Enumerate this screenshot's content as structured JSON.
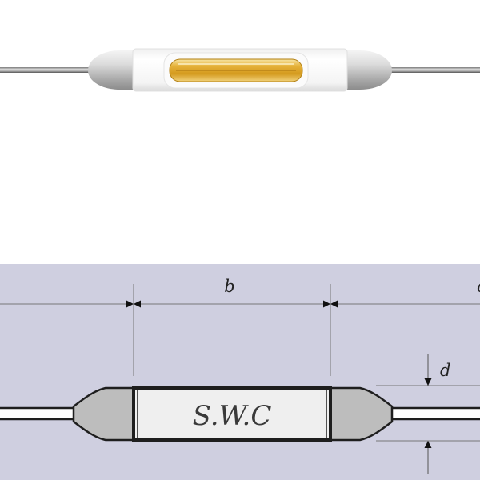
{
  "diagram": {
    "component_label": "S.W.C",
    "dimension_b_label": "b",
    "dimension_c_label": "c",
    "dimension_d_label": "d"
  },
  "colors": {
    "drawing_background": "#cfcfe0",
    "reed_gold": "#e9b94a",
    "glass_tint": "#f2f2f2",
    "cap_grey": "#bdbdbd",
    "outline": "#1e1e1e"
  }
}
